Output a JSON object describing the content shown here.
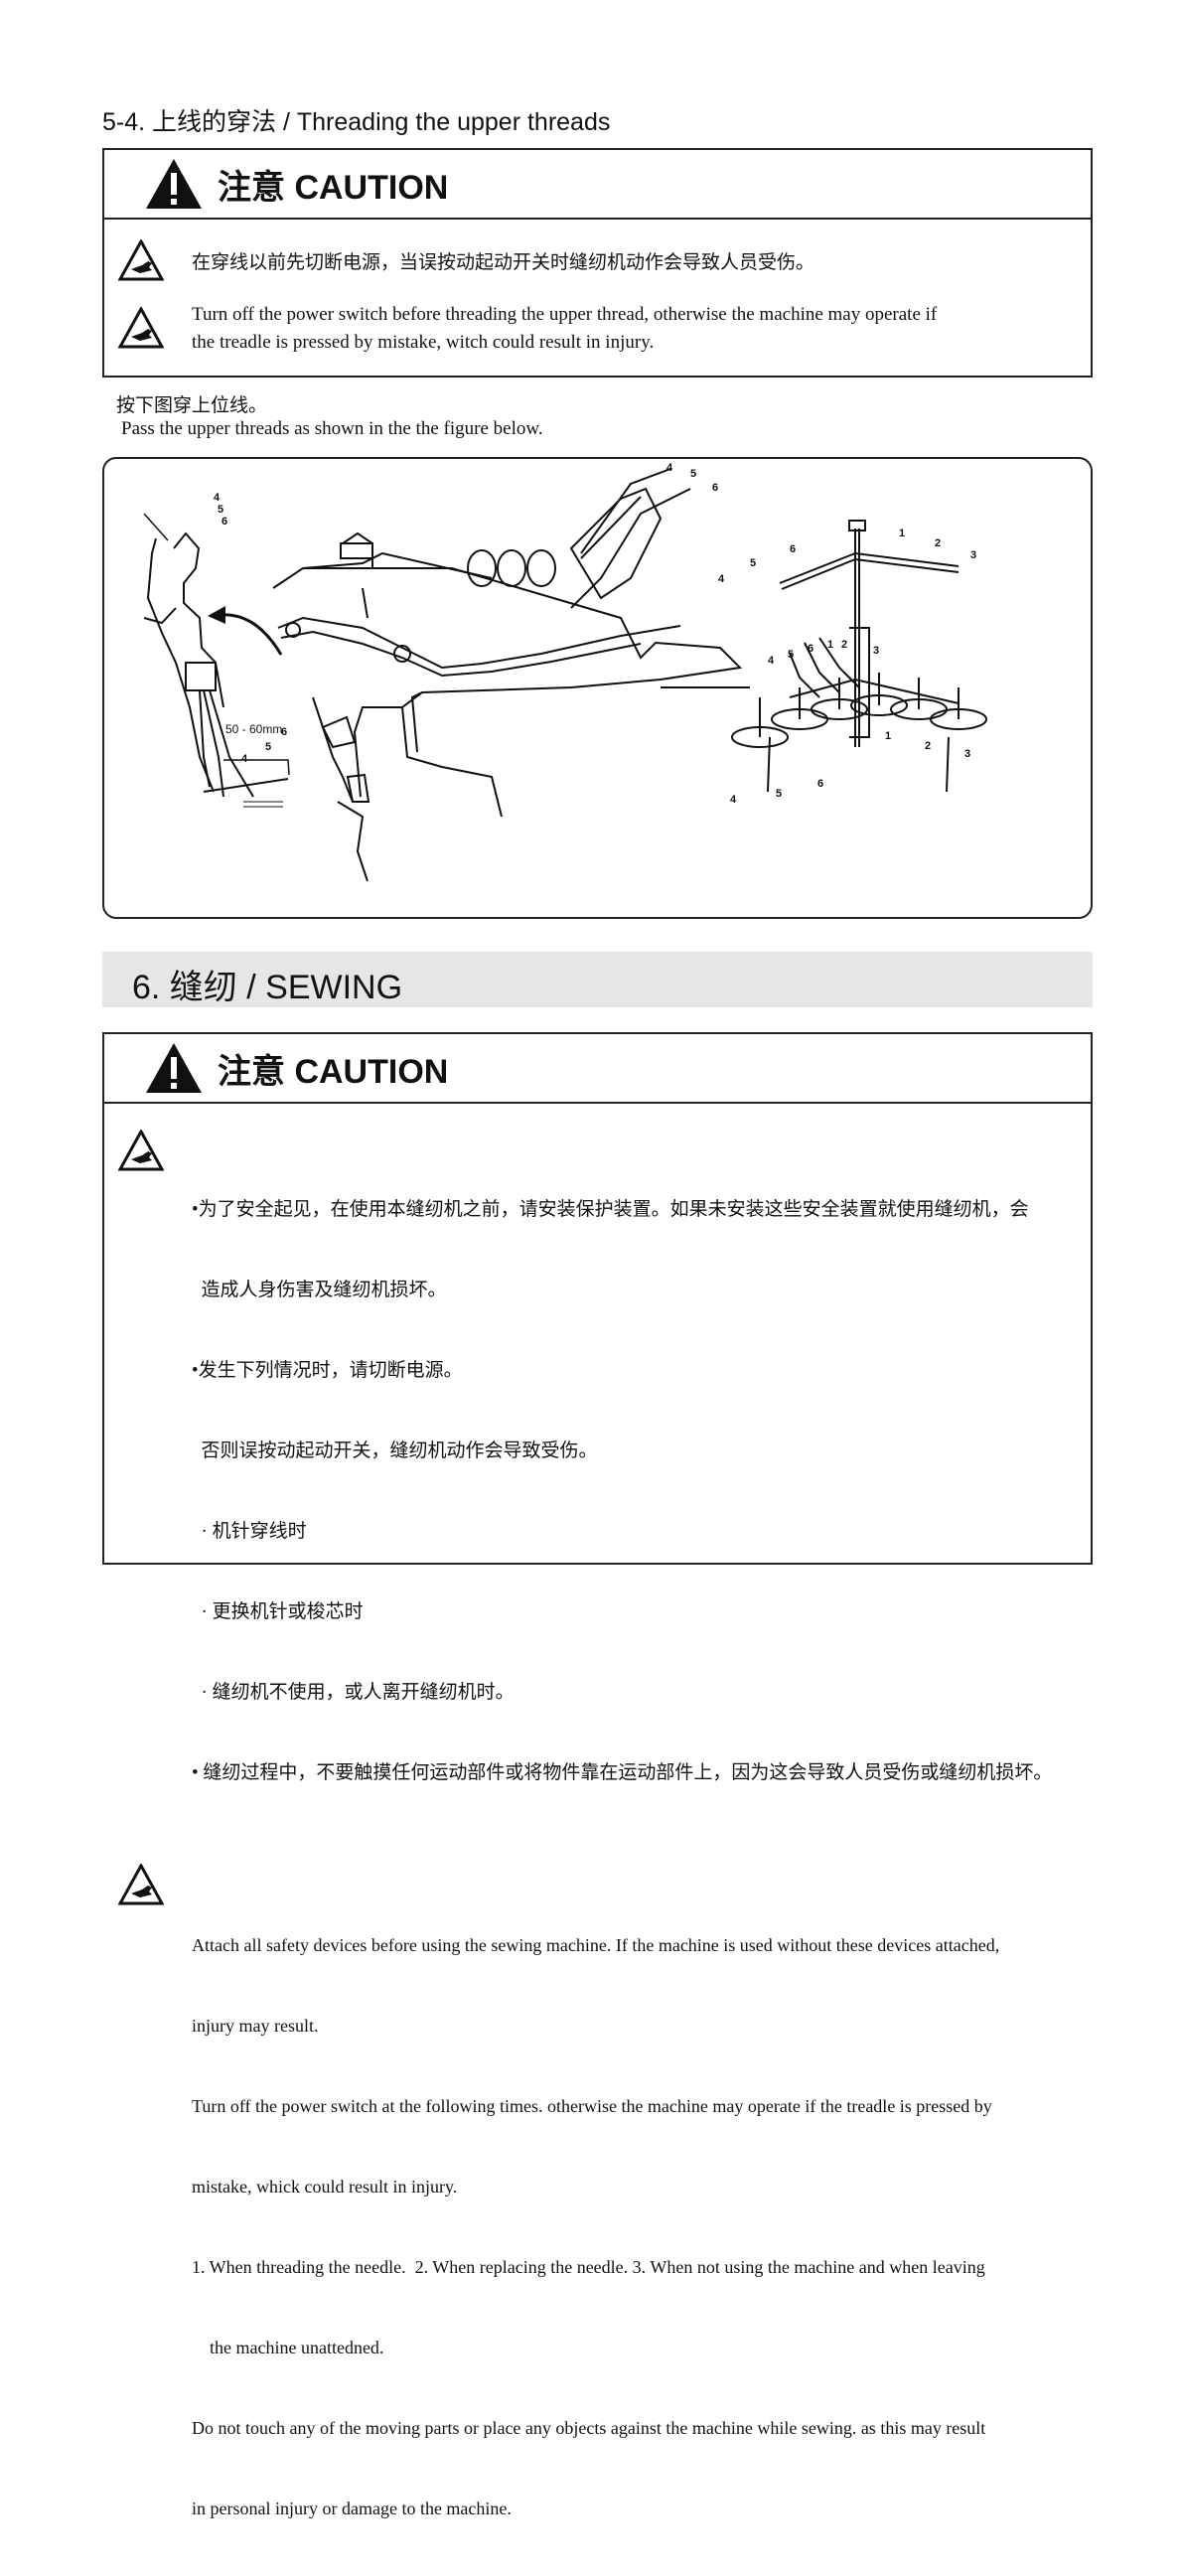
{
  "section1": {
    "heading": "5-4. 上线的穿法 / Threading the upper threads",
    "caution": {
      "title": "注意 CAUTION",
      "items": [
        {
          "text": "在穿线以前先切断电源，当误按动起动开关时缝纫机动作会导致人员受伤。"
        },
        {
          "lines": [
            "Turn off the power switch before threading the upper thread, otherwise the machine may operate if",
            "the treadle is pressed by mistake, witch could result in injury."
          ]
        }
      ]
    },
    "instruction_cn": "按下图穿上位线。",
    "instruction_en": "Pass the upper threads as shown in the the figure below.",
    "figure": {
      "dimension_label": "50 - 60mm",
      "callouts": [
        "1",
        "2",
        "3",
        "4",
        "5",
        "6"
      ]
    }
  },
  "section2": {
    "heading": "6. 缝纫 / SEWING",
    "caution": {
      "title": "注意 CAUTION",
      "cn_lines": [
        "•为了安全起见，在使用本缝纫机之前，请安装保护装置。如果未安装这些安全装置就使用缝纫机，会",
        "  造成人身伤害及缝纫机损坏。",
        "•发生下列情况时，请切断电源。",
        "  否则误按动起动开关，缝纫机动作会导致受伤。",
        "  · 机针穿线时",
        "  · 更换机针或梭芯时",
        "  · 缝纫机不使用，或人离开缝纫机时。",
        "• 缝纫过程中，不要触摸任何运动部件或将物件靠在运动部件上，因为这会导致人员受伤或缝纫机损坏。"
      ],
      "en_lines": [
        "Attach all safety devices before using the sewing machine. If the machine is used without these devices attached,",
        "injury may result.",
        "Turn off the power switch at the following times. otherwise the machine may operate if the treadle is pressed by",
        "mistake, whick could result in injury.",
        "1. When threading the needle.  2. When replacing the needle. 3. When not using the machine and when leaving",
        "    the machine unattedned.",
        "Do not touch any of the moving parts or place any objects against the machine while sewing. as this may result",
        "in personal injury or damage to the machine."
      ]
    }
  },
  "icons": {
    "caution": "warning-triangle-icon",
    "hazard": "hand-hazard-icon"
  }
}
